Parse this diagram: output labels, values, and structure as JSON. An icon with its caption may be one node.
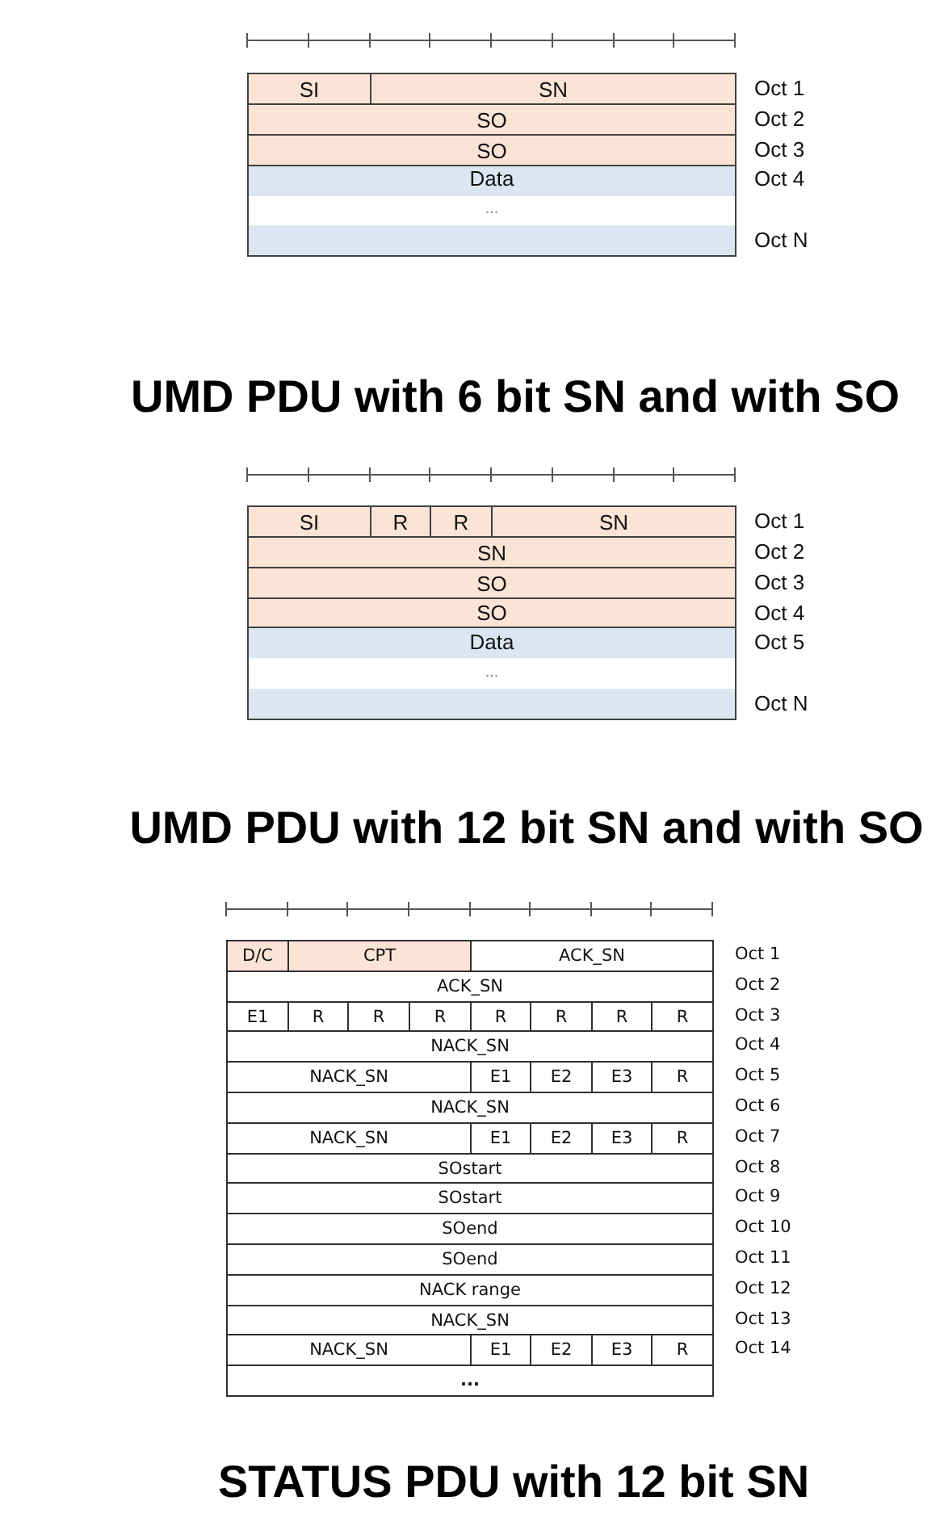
{
  "diagram": {
    "nodes": [
      {
        "text": [
          "UMD PDU with 6 bit SN and with SO"
        ]
      },
      {
        "text": [
          "SI"
        ],
        "in": 0
      },
      {
        "text": [
          "SN"
        ],
        "in": 0,
        "beside": [
          "Oct 1"
        ]
      },
      {
        "text": [
          "SO"
        ],
        "in": 0,
        "beside": [
          "Oct 2"
        ]
      },
      {
        "text": [
          "SO"
        ],
        "in": 0,
        "beside": [
          "Oct 3"
        ]
      },
      {
        "text": [
          "Data",
          "..."
        ],
        "in": 0,
        "beside": [
          "Oct 4",
          "Oct N"
        ]
      },
      {
        "text": [
          "UMD PDU with 12 bit SN and with SO"
        ]
      },
      {
        "text": [
          "SI"
        ],
        "in": 6
      },
      {
        "text": [
          "R"
        ],
        "in": 6
      },
      {
        "text": [
          "R"
        ],
        "in": 6
      },
      {
        "text": [
          "SN"
        ],
        "in": 6,
        "beside": [
          "Oct 1"
        ]
      },
      {
        "text": [
          "SN"
        ],
        "in": 6,
        "beside": [
          "Oct 2"
        ]
      },
      {
        "text": [
          "SO"
        ],
        "in": 6,
        "beside": [
          "Oct 3"
        ]
      },
      {
        "text": [
          "SO"
        ],
        "in": 6,
        "beside": [
          "Oct 4"
        ]
      },
      {
        "text": [
          "Data",
          "..."
        ],
        "in": 6,
        "beside": [
          "Oct 5",
          "Oct N"
        ]
      },
      {
        "text": [
          "STATUS PDU with 12 bit SN"
        ]
      },
      {
        "text": [
          "D/C"
        ],
        "in": 15
      },
      {
        "text": [
          "CPT"
        ],
        "in": 15
      },
      {
        "text": [
          "ACK_SN"
        ],
        "in": 15,
        "beside": [
          "Oct 1"
        ]
      },
      {
        "text": [
          "ACK_SN"
        ],
        "in": 15,
        "beside": [
          "Oct 2"
        ]
      },
      {
        "text": [
          "E1"
        ],
        "in": 15
      },
      {
        "text": [
          "R"
        ],
        "in": 15
      },
      {
        "text": [
          "R"
        ],
        "in": 15
      },
      {
        "text": [
          "R"
        ],
        "in": 15
      },
      {
        "text": [
          "R"
        ],
        "in": 15
      },
      {
        "text": [
          "R"
        ],
        "in": 15
      },
      {
        "text": [
          "R"
        ],
        "in": 15
      },
      {
        "text": [
          "R"
        ],
        "in": 15,
        "beside": [
          "Oct 3"
        ]
      },
      {
        "text": [
          "NACK_SN"
        ],
        "in": 15,
        "beside": [
          "Oct 4"
        ]
      },
      {
        "text": [
          "NACK_SN"
        ],
        "in": 15
      },
      {
        "text": [
          "E1"
        ],
        "in": 15
      },
      {
        "text": [
          "E2"
        ],
        "in": 15
      },
      {
        "text": [
          "E3"
        ],
        "in": 15
      },
      {
        "text": [
          "R"
        ],
        "in": 15,
        "beside": [
          "Oct 5"
        ]
      },
      {
        "text": [
          "NACK_SN"
        ],
        "in": 15,
        "beside": [
          "Oct 6"
        ]
      },
      {
        "text": [
          "NACK_SN"
        ],
        "in": 15
      },
      {
        "text": [
          "E1"
        ],
        "in": 15
      },
      {
        "text": [
          "E2"
        ],
        "in": 15
      },
      {
        "text": [
          "E3"
        ],
        "in": 15
      },
      {
        "text": [
          "R"
        ],
        "in": 15,
        "beside": [
          "Oct 7"
        ]
      },
      {
        "text": [
          "SOstart"
        ],
        "in": 15,
        "beside": [
          "Oct 8"
        ]
      },
      {
        "text": [
          "SOstart"
        ],
        "in": 15,
        "beside": [
          "Oct 9"
        ]
      },
      {
        "text": [
          "SOend"
        ],
        "in": 15,
        "beside": [
          "Oct 10"
        ]
      },
      {
        "text": [
          "SOend"
        ],
        "in": 15,
        "beside": [
          "Oct 11"
        ]
      },
      {
        "text": [
          "NACK range"
        ],
        "in": 15,
        "beside": [
          "Oct 12"
        ]
      },
      {
        "text": [
          "NACK_SN"
        ],
        "in": 15,
        "beside": [
          "Oct 13"
        ]
      },
      {
        "text": [
          "NACK_SN"
        ],
        "in": 15
      },
      {
        "text": [
          "E1"
        ],
        "in": 15
      },
      {
        "text": [
          "E2"
        ],
        "in": 15
      },
      {
        "text": [
          "E3"
        ],
        "in": 15
      },
      {
        "text": [
          "R"
        ],
        "in": 15,
        "beside": [
          "Oct 14"
        ]
      },
      {
        "text": [
          "..."
        ],
        "in": 15
      }
    ]
  }
}
